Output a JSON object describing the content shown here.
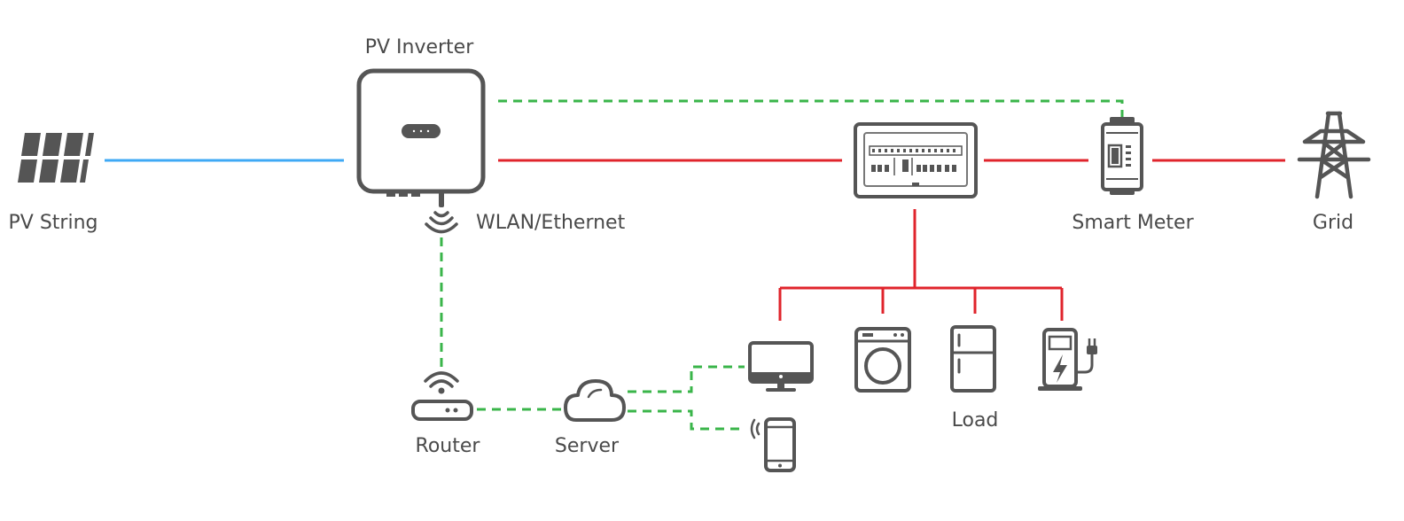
{
  "labels": {
    "pv_inverter": "PV Inverter",
    "pv_string": "PV String",
    "wlan_ethernet": "WLAN/Ethernet",
    "smart_meter": "Smart Meter",
    "grid": "Grid",
    "router": "Router",
    "server": "Server",
    "load": "Load"
  },
  "colors": {
    "dc_line": "#3fa9f5",
    "ac_line": "#e0242c",
    "comm_line": "#3ab54a",
    "icon": "#555555",
    "text": "#4a4a4a"
  },
  "icons": [
    "solar-panel-icon",
    "inverter-icon",
    "wifi-icon",
    "distribution-box-icon",
    "smart-meter-icon",
    "power-tower-icon",
    "router-icon",
    "cloud-icon",
    "monitor-icon",
    "phone-icon",
    "washing-machine-icon",
    "fridge-icon",
    "ev-charger-icon"
  ]
}
